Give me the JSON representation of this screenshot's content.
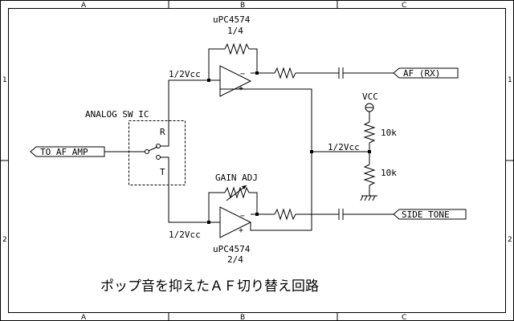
{
  "frame": {
    "columns": [
      "A",
      "B",
      "C"
    ],
    "rows": [
      "1",
      "2"
    ]
  },
  "components": {
    "opamp_top_part": "uPC4574",
    "opamp_top_unit": "1/4",
    "opamp_bottom_part": "uPC4574",
    "opamp_bottom_unit": "2/4",
    "opamp_minus": "−",
    "opamp_plus": "+",
    "switch_title": "ANALOG SW IC",
    "switch_r": "R",
    "switch_t": "T",
    "gain_adj": "GAIN ADJ",
    "vcc": "VCC",
    "r_top": "10k",
    "r_bottom": "10k"
  },
  "nets": {
    "half_vcc_top": "1/2Vcc",
    "half_vcc_bottom": "1/2Vcc",
    "half_vcc_divider": "1/2Vcc"
  },
  "ports": {
    "to_af_amp": "TO AF AMP",
    "af_rx": "AF (RX)",
    "side_tone": "SIDE TONE"
  },
  "caption": "ポップ音を抑えたＡＦ切り替え回路"
}
